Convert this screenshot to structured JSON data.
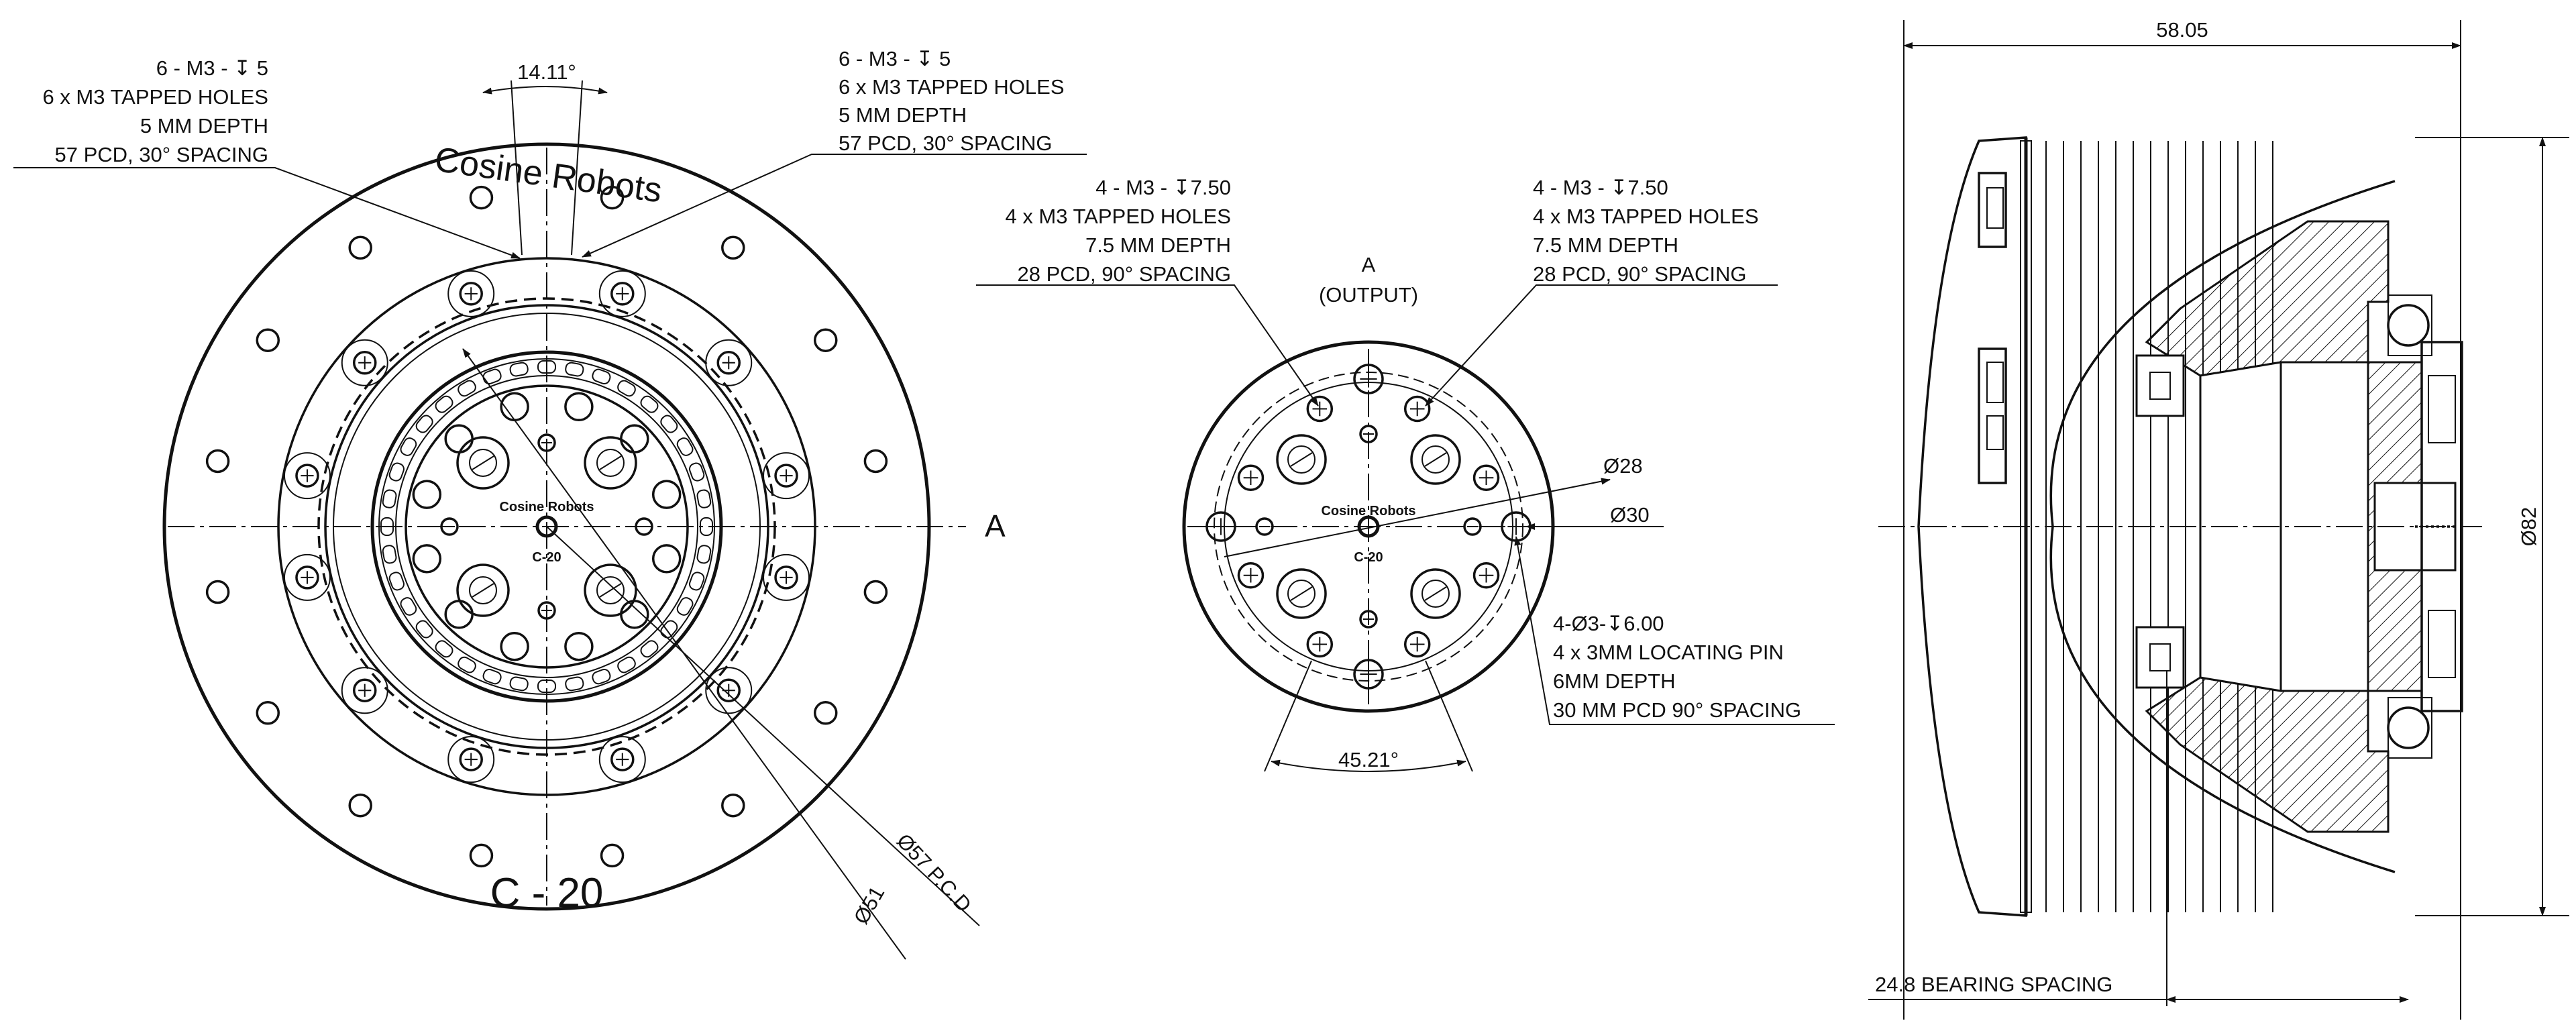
{
  "left_view": {
    "callout_top_left": [
      "6 - M3 - ↧ 5",
      "6 x M3 TAPPED HOLES",
      "5 MM DEPTH",
      "57 PCD, 30° SPACING"
    ],
    "callout_top_right": [
      "6 - M3 - ↧ 5",
      "6 x M3 TAPPED HOLES",
      "5 MM DEPTH",
      "57 PCD, 30° SPACING"
    ],
    "angle_label": "14.11°",
    "brand": "Cosine Robots",
    "model": "C - 20",
    "hub_brand": "Cosine Robots",
    "hub_model": "C-20",
    "section_marker": "A",
    "dim_pcd": "Ø57 P.C.D",
    "dim_51": "Ø51"
  },
  "middle_view": {
    "title": "A",
    "subtitle": "(OUTPUT)",
    "callout_left": [
      "4 - M3 - ↧7.50",
      "4 x M3 TAPPED HOLES",
      "7.5 MM DEPTH",
      "28 PCD, 90° SPACING"
    ],
    "callout_right": [
      "4 - M3 - ↧7.50",
      "4 x M3 TAPPED HOLES",
      "7.5 MM DEPTH",
      "28 PCD, 90° SPACING"
    ],
    "callout_pin": [
      "4-Ø3-↧6.00",
      "4 x 3MM LOCATING PIN",
      "6MM DEPTH",
      "30 MM PCD 90° SPACING"
    ],
    "dim_28": "Ø28",
    "dim_30": "Ø30",
    "angle_label": "45.21°",
    "hub_brand": "Cosine Robots",
    "hub_model": "C-20"
  },
  "right_view": {
    "width_dim": "58.05",
    "diameter_dim": "Ø82",
    "bearing_spacing": "24.8 BEARING SPACING"
  }
}
